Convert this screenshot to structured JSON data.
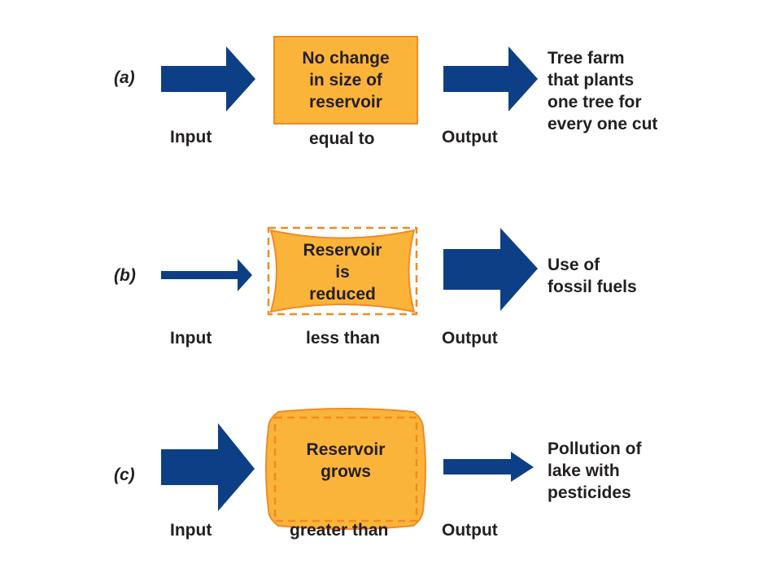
{
  "colors": {
    "arrow": "#0d3f86",
    "reservoir_fill": "#fbb43a",
    "reservoir_border": "#f08a24",
    "text": "#231f20",
    "background": "#ffffff"
  },
  "rows": [
    {
      "tag": "(a)",
      "input_label": "Input",
      "relation": "equal to",
      "output_label": "Output",
      "reservoir_lines": [
        "No change",
        "in size of",
        "reservoir"
      ],
      "description_lines": [
        "Tree farm",
        "that plants",
        "one tree for",
        "every one cut"
      ],
      "reservoir_state": "unchanged",
      "input_arrow": "wide",
      "output_arrow": "wide"
    },
    {
      "tag": "(b)",
      "input_label": "Input",
      "relation": "less than",
      "output_label": "Output",
      "reservoir_lines": [
        "Reservoir",
        "is",
        "reduced"
      ],
      "description_lines": [
        "Use of",
        "fossil fuels"
      ],
      "reservoir_state": "reduced",
      "input_arrow": "narrow",
      "output_arrow": "wide"
    },
    {
      "tag": "(c)",
      "input_label": "Input",
      "relation": "greater than",
      "output_label": "Output",
      "reservoir_lines": [
        "Reservoir",
        "grows"
      ],
      "description_lines": [
        "Pollution of",
        "lake with",
        "pesticides"
      ],
      "reservoir_state": "grows",
      "input_arrow": "wide",
      "output_arrow": "narrow"
    }
  ]
}
